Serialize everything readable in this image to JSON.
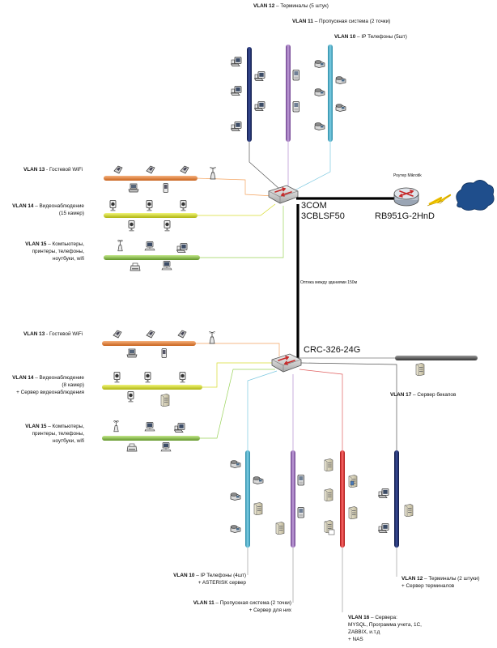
{
  "top_vlans": {
    "v12": {
      "id": "VLAN 12",
      "desc": " – Терминалы (5 штук)"
    },
    "v11": {
      "id": "VLAN 11",
      "desc": " – Пропускная система (2 точки)"
    },
    "v10": {
      "id": "VLAN 10",
      "desc": " – IP Телефоны (5шт)"
    },
    "v13": {
      "id": "VLAN 13",
      "desc": " - Гостевой WiFi"
    },
    "v14": {
      "id": "VLAN 14",
      "desc": " – Видеонаблюдение",
      "desc2": "(15 камер)"
    },
    "v15": {
      "id": "VLAN 15",
      "desc": " – Компьютеры,",
      "desc2": "принтеры, телефоны,",
      "desc3": "ноутбуки, wifi"
    }
  },
  "top_switch": {
    "line1": "3COM",
    "line2": "3CBLSF50"
  },
  "router": {
    "caption": "Роутер Mikrotik",
    "model": "RB951G-2HnD"
  },
  "fiber_label": "Оптика между зданиями 150м",
  "bottom_switch": {
    "name": "CRC-326-24G"
  },
  "bottom_vlans": {
    "v13": {
      "id": "VLAN 13",
      "desc": " - Гостевой WiFi"
    },
    "v14": {
      "id": "VLAN 14",
      "desc": " – Видеонаблюдение",
      "desc2": "(8 камер)",
      "desc3": "+ Сервер видеонаблюдения"
    },
    "v15": {
      "id": "VLAN 15",
      "desc": " – Компьютеры,",
      "desc2": "принтеры, телефоны,",
      "desc3": "ноутбуки, wifi"
    },
    "v17": {
      "id": "VLAN 17",
      "desc": " – Сервер бекапов"
    },
    "v10": {
      "id": "VLAN 10",
      "desc": " – IP Телефоны (4шт)",
      "desc2": "+ ASTERISK сервер"
    },
    "v11": {
      "id": "VLAN 11",
      "desc": " – Пропускная система (2 точки)",
      "desc2": "+ Сервер для них"
    },
    "v12": {
      "id": "VLAN 12",
      "desc": " – Терминалы (2 штуки)",
      "desc2": "+ Сервер терминалов"
    },
    "v16": {
      "id": "VLAN 16",
      "desc": " – Сервера:",
      "desc2": "MYSQL, Программа учета, 1С,",
      "desc3": "ZABBIX, и.т.д",
      "desc4": "+ NAS"
    }
  },
  "colors": {
    "vlan10": "#3fa7c4",
    "vlan11": "#8a5aa8",
    "vlan12": "#1c2a63",
    "vlan13": "#e8823a",
    "vlan14": "#d9e021",
    "vlan15": "#8cc63f",
    "vlan16": "#e02424",
    "vlan17": "#555555",
    "backbone": "#000000",
    "cloud": "#1f4e8c"
  }
}
